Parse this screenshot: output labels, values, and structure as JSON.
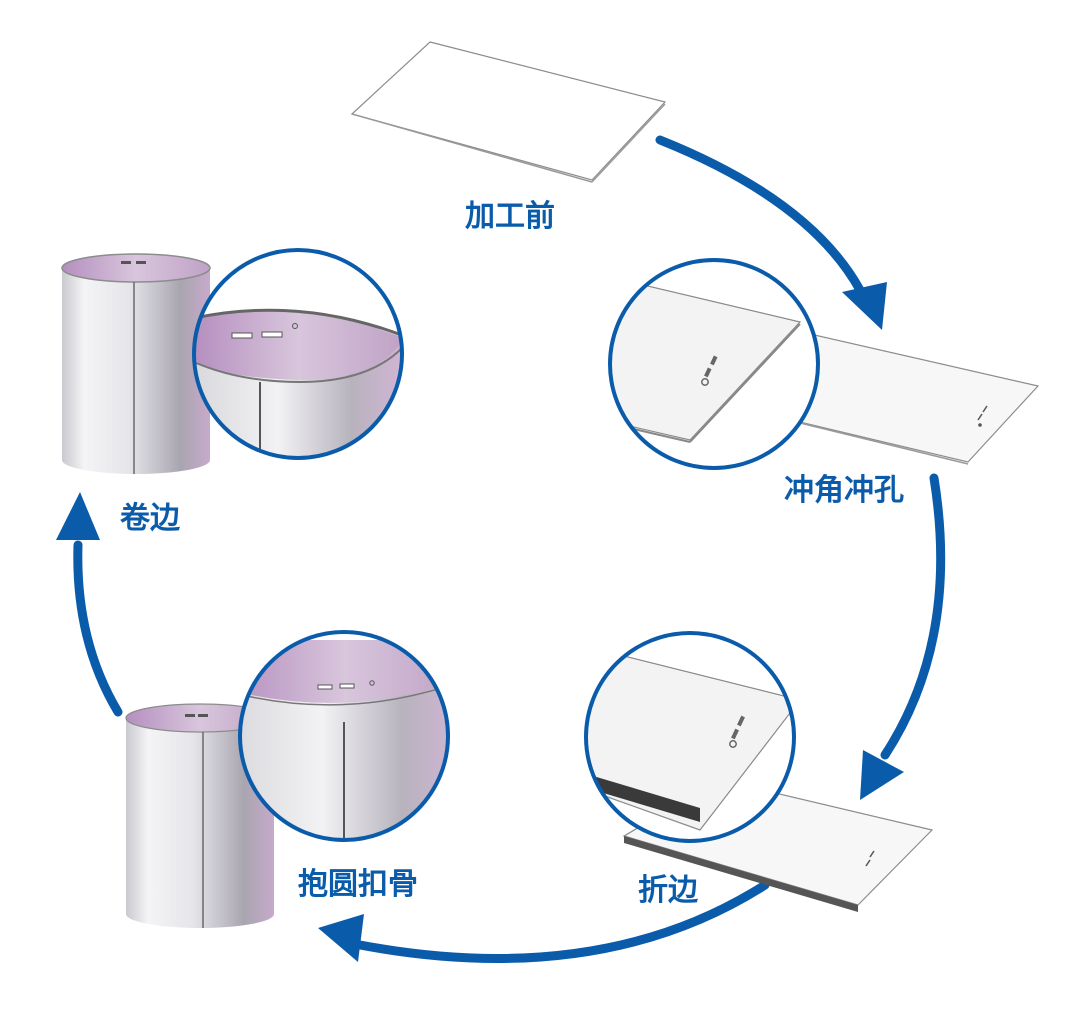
{
  "diagram": {
    "type": "process-cycle",
    "accent_color": "#0a5cab",
    "steps": [
      {
        "id": "before-processing",
        "label": "加工前"
      },
      {
        "id": "corner-punch-hole-punch",
        "label": "冲角冲孔"
      },
      {
        "id": "edge-folding",
        "label": "折边"
      },
      {
        "id": "roll-round-seam-lock",
        "label": "抱圆扣骨"
      },
      {
        "id": "edge-curling",
        "label": "卷边"
      }
    ]
  }
}
